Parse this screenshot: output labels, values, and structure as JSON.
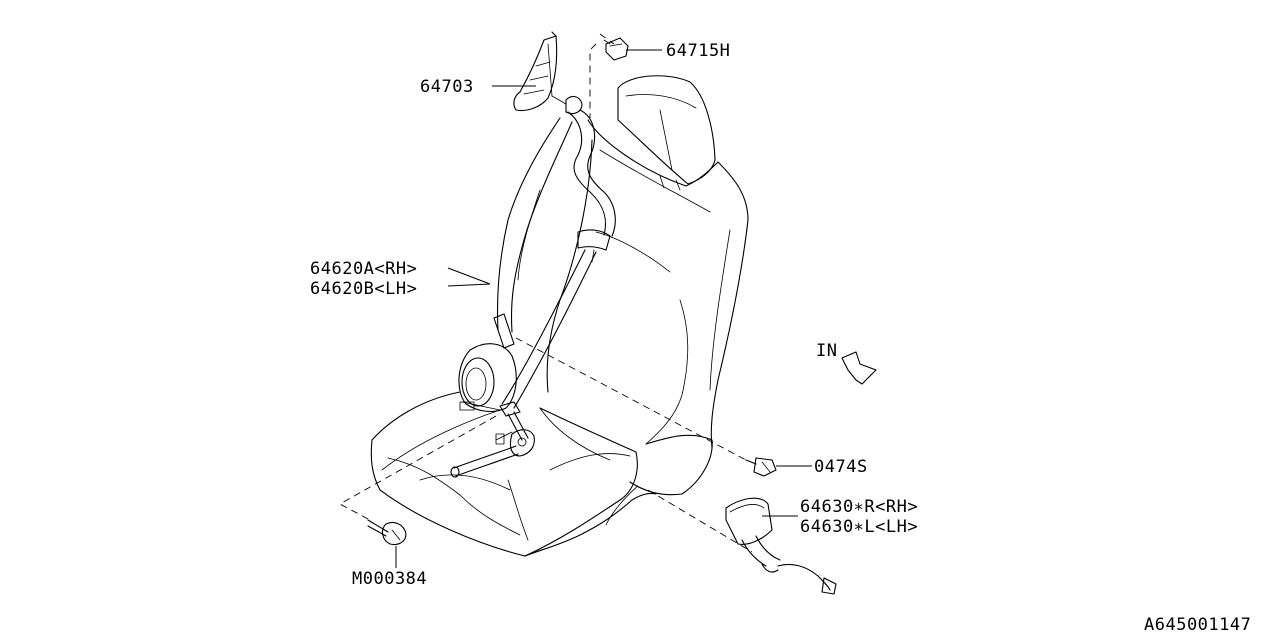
{
  "diagram": {
    "labels": {
      "retractor_hardware": "64715H",
      "adjuster": "64703",
      "belt_rh": "64620A<RH>",
      "belt_lh": "64620B<LH>",
      "bolt_side": "0474S",
      "buckle_rh": "64630∗R<RH>",
      "buckle_lh": "64630∗L<LH>",
      "bolt_floor": "M000384",
      "direction": "IN",
      "diagram_id": "A645001147"
    }
  }
}
